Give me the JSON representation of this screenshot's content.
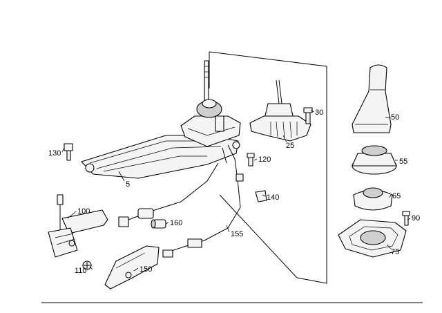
{
  "diagram": {
    "parts": [
      {
        "id": "p5",
        "label": "5"
      },
      {
        "id": "p25",
        "label": "25"
      },
      {
        "id": "p30",
        "label": "30"
      },
      {
        "id": "p50",
        "label": "50"
      },
      {
        "id": "p55",
        "label": "55"
      },
      {
        "id": "p65",
        "label": "65"
      },
      {
        "id": "p75",
        "label": "75"
      },
      {
        "id": "p90",
        "label": "90"
      },
      {
        "id": "p100",
        "label": "100"
      },
      {
        "id": "p110",
        "label": "110"
      },
      {
        "id": "p120",
        "label": "120"
      },
      {
        "id": "p130",
        "label": "130"
      },
      {
        "id": "p140",
        "label": "140"
      },
      {
        "id": "p150",
        "label": "150"
      },
      {
        "id": "p155",
        "label": "155"
      },
      {
        "id": "p160",
        "label": "160"
      }
    ]
  }
}
